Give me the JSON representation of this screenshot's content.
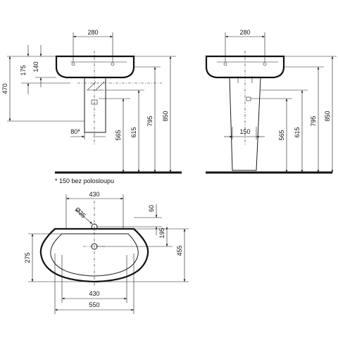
{
  "side_view": {
    "dims": {
      "tap_spacing": "280",
      "d175": "175",
      "d140": "140",
      "d470": "470",
      "d80": "80*",
      "d565": "565",
      "d615": "615",
      "d795": "795",
      "d850": "850"
    }
  },
  "front_view": {
    "dims": {
      "tap_spacing": "280",
      "d150": "150",
      "d565": "565",
      "d615": "615",
      "d795": "795",
      "d850": "850"
    }
  },
  "footnote": "* 150 bez polosloupu",
  "top_view": {
    "dims": {
      "width_top": "430",
      "hole_dia": "Ø35",
      "d60": "60",
      "d195": "195",
      "d275": "275",
      "d455": "455",
      "width_inner": "430",
      "width_total": "550"
    }
  }
}
